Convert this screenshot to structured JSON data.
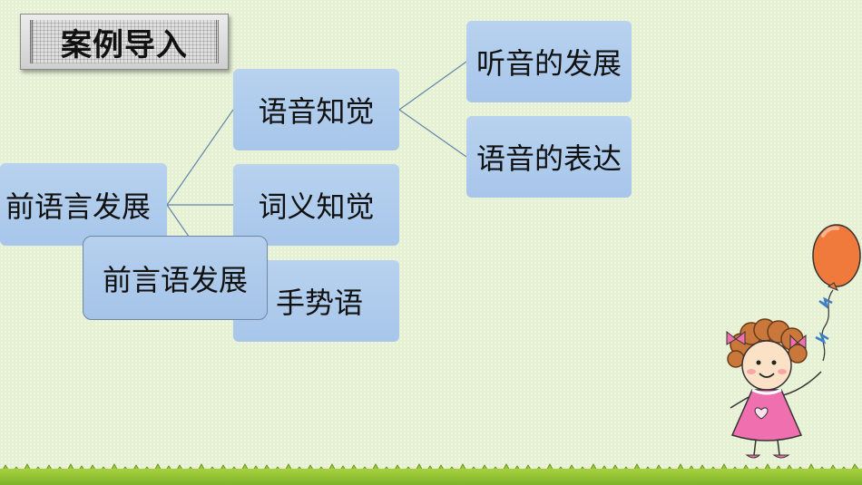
{
  "slide": {
    "title": "案例导入"
  },
  "diagram": {
    "root": "前语言发展",
    "branches": [
      {
        "label": "语音知觉",
        "children": [
          "听音的发展",
          "语音的表达"
        ]
      },
      {
        "label": "词义知觉",
        "children": []
      },
      {
        "label": "手势语",
        "children": []
      }
    ],
    "overlay_label": "前言语发展"
  },
  "colors": {
    "background": "#e6f0d3",
    "node_fill": "#b3ceee",
    "connector": "#5f86ad",
    "grass": "#8cbf31",
    "balloon": "#f07a3c",
    "dress": "#f06fae"
  }
}
